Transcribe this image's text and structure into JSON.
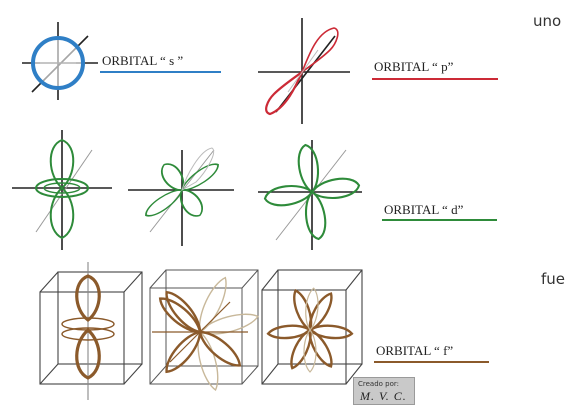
{
  "side_words": {
    "top": "uno",
    "mid": "fue"
  },
  "orbitals": {
    "s": {
      "label": "ORBITAL   “ s ”",
      "color": "#2f7fc6"
    },
    "p": {
      "label": "ORBITAL   “ p”",
      "color": "#cc2a36"
    },
    "d": {
      "label": "ORBITAL   “ d”",
      "color": "#2e8b3a"
    },
    "f": {
      "label": "ORBITAL   “ f”",
      "color": "#8b5a2b"
    }
  },
  "credit": {
    "caption": "Creado por:",
    "initials": "M. V. C."
  }
}
